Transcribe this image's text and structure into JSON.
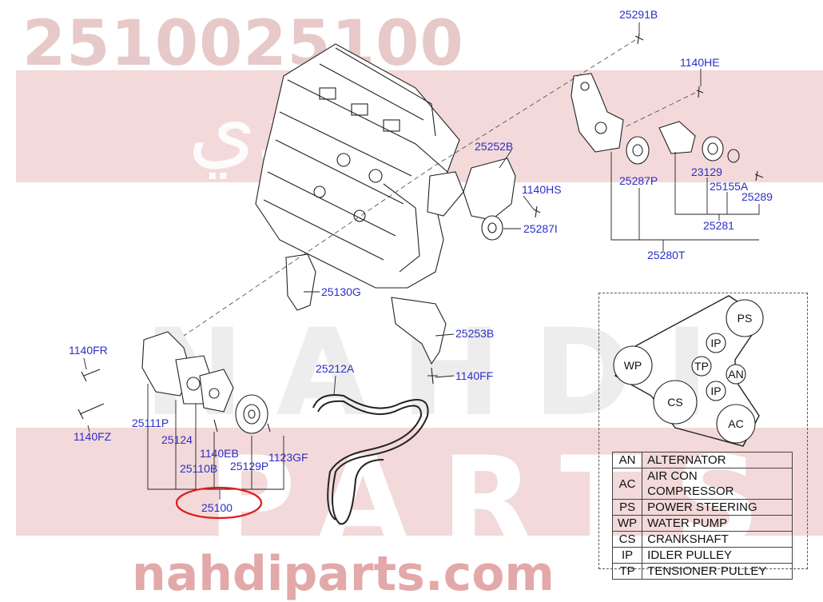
{
  "watermark": {
    "part_number": "2510025100",
    "arabic": "النهدي",
    "brand": "NAHDI",
    "parts": "PARTS",
    "site": "nahdiparts.com"
  },
  "labels": {
    "l_25291B": "25291B",
    "l_1140HE": "1140HE",
    "l_25252B": "25252B",
    "l_1140HS": "1140HS",
    "l_25287I": "25287I",
    "l_25287P": "25287P",
    "l_23129": "23129",
    "l_25155A": "25155A",
    "l_25289": "25289",
    "l_25281": "25281",
    "l_25280T": "25280T",
    "l_25130G": "25130G",
    "l_25253B": "25253B",
    "l_1140FF": "1140FF",
    "l_1140FR": "1140FR",
    "l_1140FZ": "1140FZ",
    "l_25111P": "25111P",
    "l_25124": "25124",
    "l_25110B": "25110B",
    "l_1140EB": "1140EB",
    "l_25129P": "25129P",
    "l_1123GF": "1123GF",
    "l_25212A": "25212A",
    "l_25100": "25100"
  },
  "belt_routing": {
    "PS": "PS",
    "IP": "IP",
    "WP": "WP",
    "TP": "TP",
    "AN": "AN",
    "CS": "CS",
    "AC": "AC"
  },
  "legend": [
    {
      "code": "AN",
      "desc": "ALTERNATOR"
    },
    {
      "code": "AC",
      "desc": "AIR CON COMPRESSOR"
    },
    {
      "code": "PS",
      "desc": "POWER STEERING"
    },
    {
      "code": "WP",
      "desc": "WATER PUMP"
    },
    {
      "code": "CS",
      "desc": "CRANKSHAFT"
    },
    {
      "code": "IP",
      "desc": "IDLER PULLEY"
    },
    {
      "code": "TP",
      "desc": "TENSIONER PULLEY"
    }
  ],
  "colors": {
    "label": "#2b2fc7",
    "highlight": "#e01b1b",
    "line": "#222222"
  }
}
